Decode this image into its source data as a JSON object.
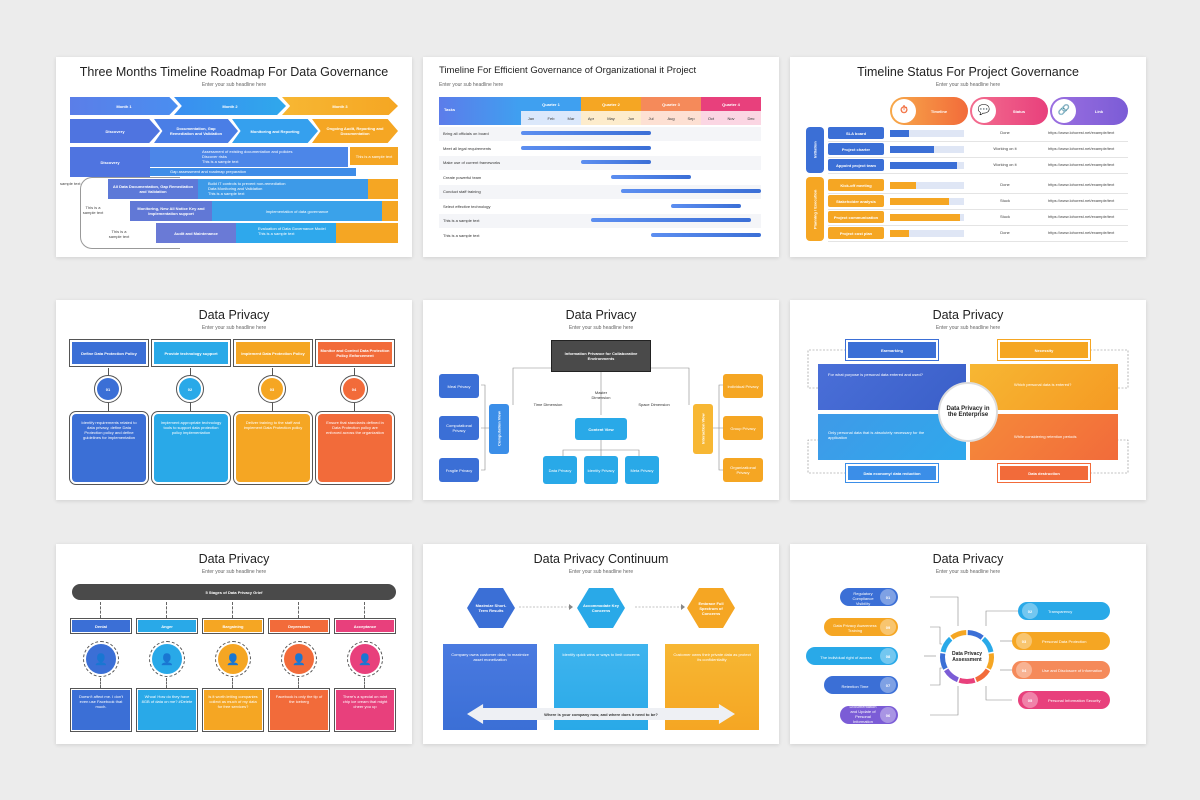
{
  "colors": {
    "blue": "#3b6fd6",
    "cyan": "#29a9e8",
    "orange": "#f5a623",
    "coral": "#f26b3a",
    "pink": "#e8407c",
    "purple": "#7b5cd6",
    "gray": "#4a4a4a"
  },
  "subtitle": "Enter your sub headline here",
  "s1": {
    "title": "Three Months Timeline Roadmap For Data Governance",
    "months": [
      "Month 1",
      "Month 2",
      "Month 3"
    ],
    "phases": [
      "Discovery",
      "Documentation, Gap Remediation and Validation",
      "Monitoring and Reporting",
      "Ongoing Audit, Reporting and Documentation"
    ],
    "r1": "Discovery",
    "r1b": [
      "Assessment of existing documentation and policies",
      "Discover risks",
      "This is a sample text"
    ],
    "r1c": "This is a sample text",
    "r1d": "Gap assessment and roadmap preparation",
    "r2": "All Data Documentation, Gap Remediation and Validation",
    "r2b": [
      "Build IT controls to prevent non-remediation",
      "Data Monitoring and Validation",
      "This is a sample text"
    ],
    "r3": "Monitoring, New All Notice Key and Implementation support",
    "r3b": "Implementation of data governance",
    "r4": "Audit and Maintenance",
    "r4b": [
      "Evaluation of Data Governance Model",
      "This is a sample text"
    ],
    "side": [
      "sample text",
      "This is a sample text",
      "This is a sample text"
    ]
  },
  "s2": {
    "title": "Timeline For Efficient Governance of Organizational it Project",
    "tasks_h": "Tasks",
    "quarters": [
      "Quarter 1",
      "Quarter 2",
      "Quarter 3",
      "Quarter 4"
    ],
    "months": [
      "Jan",
      "Feb",
      "Mar",
      "Apr",
      "May",
      "Jun",
      "Jul",
      "Aug",
      "Sep",
      "Oct",
      "Nov",
      "Dec"
    ],
    "tasks": [
      "Bring all officials on board",
      "Meet all legal requirements",
      "Make use of current frameworks",
      "Create powerful team",
      "Conduct staff training",
      "Select effective technology",
      "This is a sample text",
      "This is a sample text"
    ],
    "bars": [
      [
        0,
        6.5
      ],
      [
        0,
        6.5
      ],
      [
        3,
        6.5
      ],
      [
        4.5,
        8.5
      ],
      [
        5,
        12
      ],
      [
        7.5,
        11
      ],
      [
        3.5,
        11.5
      ],
      [
        6.5,
        12
      ]
    ]
  },
  "s3": {
    "title": "Timeline Status For Project Governance",
    "heads": [
      "Timeline",
      "Status",
      "Link"
    ],
    "groups": [
      "Initiation",
      "Planning / Execution"
    ],
    "rows": [
      {
        "name": "SLA board",
        "fill": 0.25,
        "status": "Done",
        "link": "https://www.lohorest.net/example/text"
      },
      {
        "name": "Project charter",
        "fill": 0.6,
        "status": "Working on it",
        "link": "https://www.lohorest.net/example/text"
      },
      {
        "name": "Appoint project team",
        "fill": 0.9,
        "status": "Working on it",
        "link": "https://www.lohorest.net/example/text"
      },
      {
        "name": "Kick-off meeting",
        "fill": 0.35,
        "status": "Done",
        "link": "https://www.lohorest.net/example/text"
      },
      {
        "name": "Stakeholder analysis",
        "fill": 0.8,
        "status": "Stuck",
        "link": "https://www.lohorest.net/example/text"
      },
      {
        "name": "Project communication",
        "fill": 0.95,
        "status": "Stuck",
        "link": "https://www.lohorest.net/example/text"
      },
      {
        "name": "Project cost plan",
        "fill": 0.25,
        "status": "Done",
        "link": "https://www.lohorest.net/example/text"
      }
    ]
  },
  "s4": {
    "title": "Data Privacy",
    "cols": [
      {
        "head": "Define Data Protection Policy",
        "num": "01",
        "text": "Identify requirements related to data privacy, define Data Protection policy and define guidelines for implementation"
      },
      {
        "head": "Provide technology support",
        "num": "02",
        "text": "Implement appropriate technology tools to support data protection policy implementation"
      },
      {
        "head": "Implement Data Protection Policy",
        "num": "03",
        "text": "Deliver training to the staff and implement Data Protection policy"
      },
      {
        "head": "Monitor and Control Data Protection Policy Enforcement",
        "num": "04",
        "text": "Ensure that standards defined in Data Protection policy are enforced across the organization"
      }
    ]
  },
  "s5": {
    "title": "Data Privacy",
    "top": "Information Privance for Collaborative Environments",
    "dims": [
      "Time Dimension",
      "Master Dimension",
      "Space Dimension"
    ],
    "left": [
      "Meal Privacy",
      "Computational Privacy",
      "Fragile Privacy"
    ],
    "leftMid": "Computation View",
    "center": "Content View",
    "bottom": [
      "Data Privacy",
      "Identity Privacy",
      "Meta Privacy"
    ],
    "rightMid": "Interaction View",
    "right": [
      "Individual Privacy",
      "Group Privacy",
      "Organizational Privacy"
    ]
  },
  "s6": {
    "title": "Data Privacy",
    "tags": [
      "Earmarking",
      "Necessity",
      "Data economy/ data reduction",
      "Data destruction"
    ],
    "quads": [
      "For what purpose is personal data entered and used?",
      "Which personal data is entered?",
      "Only personal data that is absolutely necessary for the application",
      "While considering retention periods"
    ],
    "center": "Data Privacy in the Enterprise"
  },
  "s7": {
    "title": "Data Privacy",
    "bar": "5 Stages of Data Privacy Grief",
    "stages": [
      {
        "name": "Denial",
        "text": "Doesn't affect me. I don't even use Facebook that much."
      },
      {
        "name": "Anger",
        "text": "Whoa! How do they have 8GB of data on me? #Delete"
      },
      {
        "name": "Bargaining",
        "text": "Is it worth letting companies collect as much of my data for free services?"
      },
      {
        "name": "Depression",
        "text": "Facebook is only the tip of the iceberg"
      },
      {
        "name": "Acceptance",
        "text": "There's a special on mint chip ice cream that might cheer you up"
      }
    ]
  },
  "s8": {
    "title": "Data Privacy Continuum",
    "hex": [
      "Maximize Short-Term Results",
      "Accommodate Key Concerns",
      "Embrace Full Spectrum of Concerns"
    ],
    "boxes": [
      "Company owns customer data, to maximize asset monetization",
      "Identify quick wins or ways to limit concerns",
      "Customer owns their private data as protect its confidentiality"
    ],
    "arrow": "Where is your company now, and where does it need to be?"
  },
  "s9": {
    "title": "Data Privacy",
    "center": "Data Privacy Assessment",
    "left": [
      {
        "num": "01",
        "text": "Regulatory Compliance Visibility"
      },
      {
        "num": "09",
        "text": "Data Privacy Awareness Training"
      },
      {
        "num": "08",
        "text": "The individual right of access"
      },
      {
        "num": "07",
        "text": "Retention Time"
      },
      {
        "num": "06",
        "text": "Documentation and Update of Personal Information Stored"
      }
    ],
    "right": [
      {
        "num": "02",
        "text": "Transparency"
      },
      {
        "num": "03",
        "text": "Personal Data Protection"
      },
      {
        "num": "04",
        "text": "Use and Disclosure of Information"
      },
      {
        "num": "05",
        "text": "Personal Information Security"
      }
    ]
  }
}
